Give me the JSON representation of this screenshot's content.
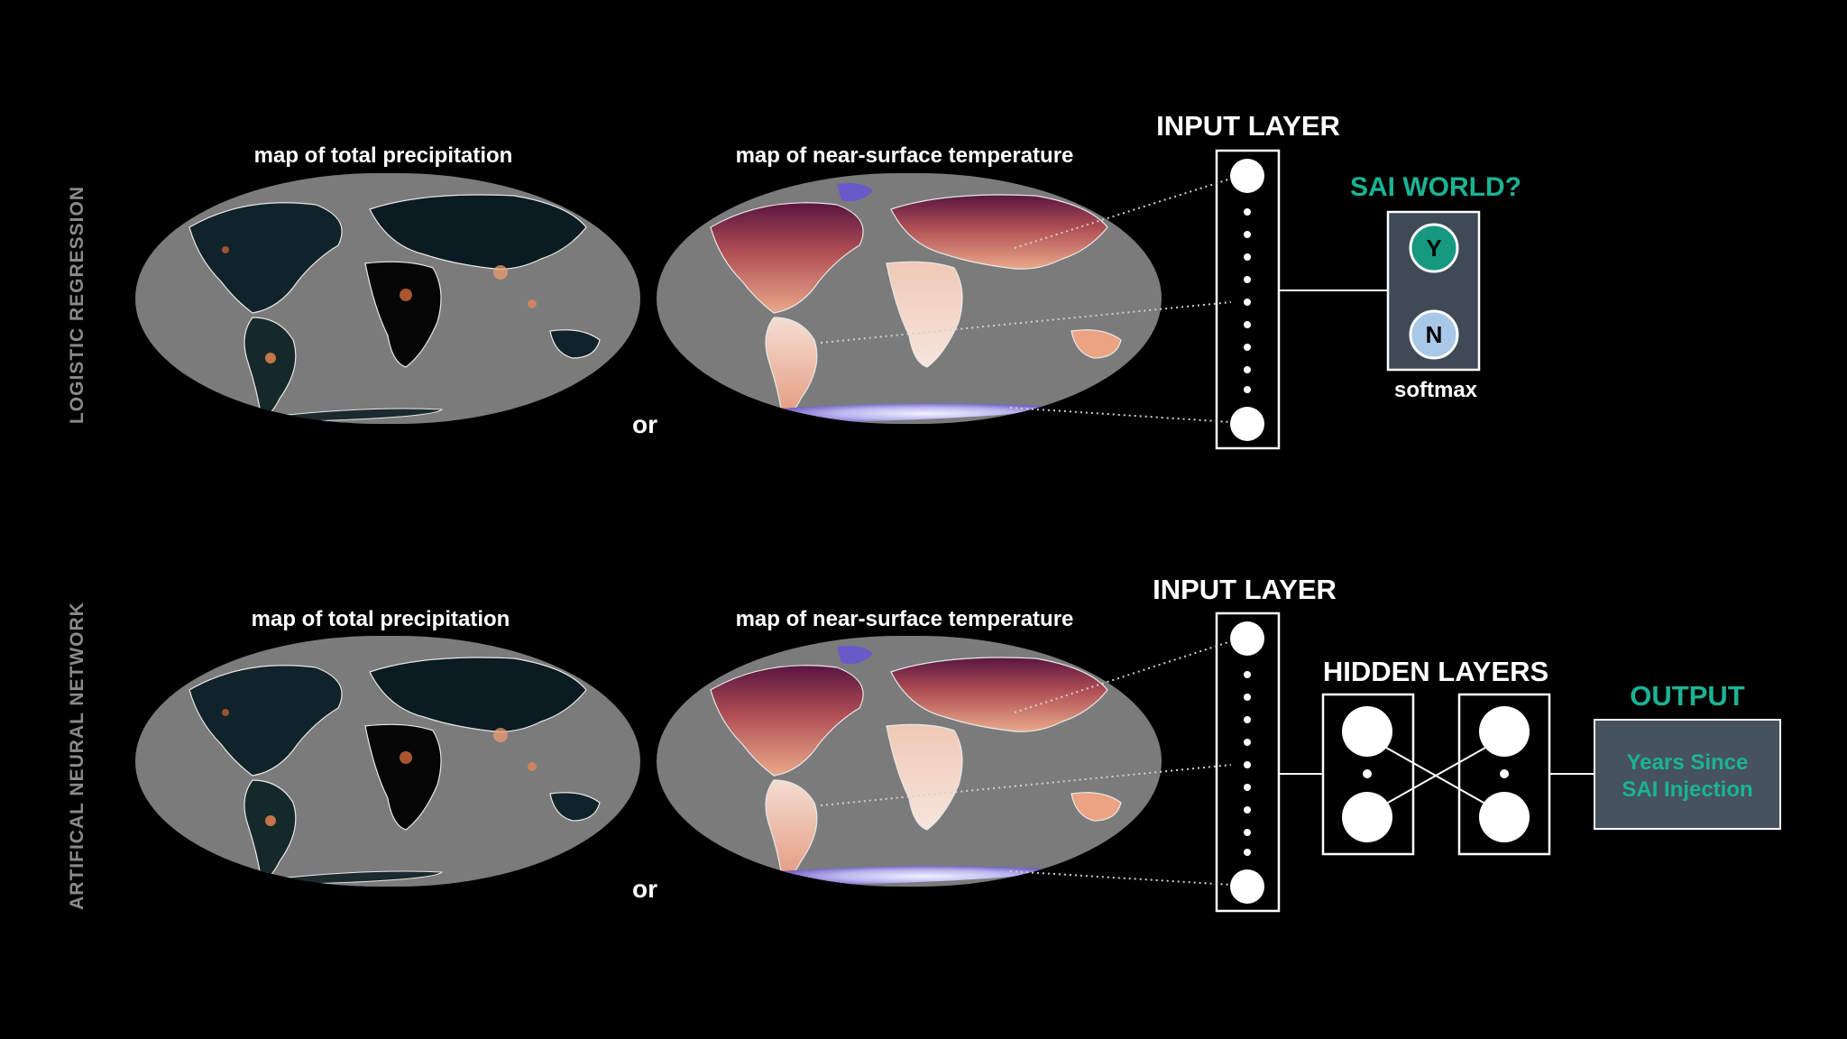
{
  "colors": {
    "background": "#000000",
    "ocean_gray": "#7a7a7a",
    "precip_land": "#0f2229",
    "precip_hot": "#f08a50",
    "temp_dark": "#4a1438",
    "temp_mid": "#c8704f",
    "temp_light": "#f3d9cc",
    "ice": "#6a5ac8",
    "accent_teal": "#1bb394",
    "output_box": "#46525e",
    "node_y": "#16997f",
    "node_n": "#a9c8e8",
    "dotted_line": "#cccccc"
  },
  "panels": [
    {
      "side_label": "LOGISTIC REGRESSION",
      "precip_title": "map of total precipitation",
      "temp_title": "map of near-surface temperature",
      "or_label": "or",
      "input_layer_title": "INPUT LAYER",
      "output_title": "SAI WORLD?",
      "node_y_label": "Y",
      "node_n_label": "N",
      "softmax_label": "softmax"
    },
    {
      "side_label": "ARTIFICAL NEURAL NETWORK",
      "precip_title": "map of total precipitation",
      "temp_title": "map of near-surface temperature",
      "or_label": "or",
      "input_layer_title": "INPUT LAYER",
      "hidden_title": "HIDDEN LAYERS",
      "output_title": "OUTPUT",
      "output_line1": "Years Since",
      "output_line2": "SAI Injection"
    }
  ]
}
